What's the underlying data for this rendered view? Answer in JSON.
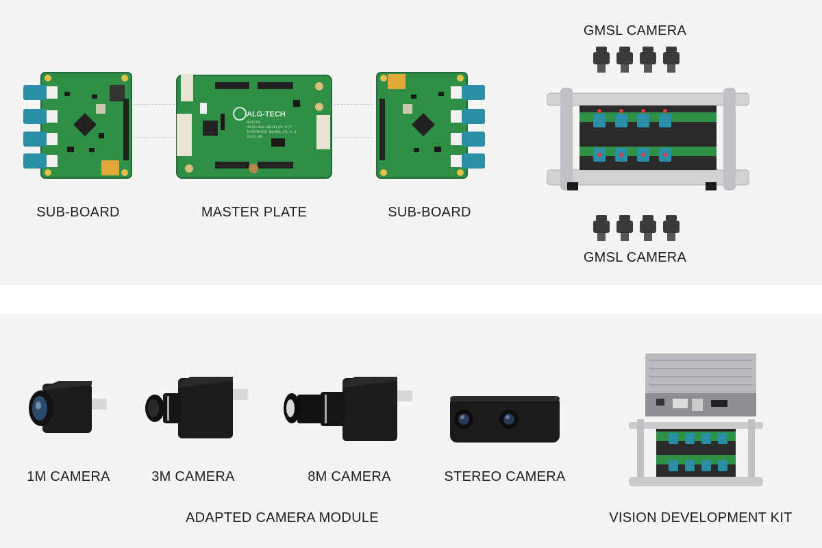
{
  "top_section": {
    "sub_board_left_label": "SUB-BOARD",
    "master_plate_label": "MASTER PLATE",
    "sub_board_right_label": "SUB-BOARD",
    "gmsl_camera_top_label": "GMSL CAMERA",
    "gmsl_camera_bottom_label": "GMSL CAMERA",
    "master_plate_print": {
      "brand": "ALG-TECH",
      "lines": [
        "NVIDIA",
        "ORIN-AGX-DEVELOP-KIT",
        "INTERFACE-BOARD_V2.0.0",
        "2023.05"
      ]
    }
  },
  "bottom_section": {
    "cameras": [
      {
        "label": "1M CAMERA"
      },
      {
        "label": "3M CAMERA"
      },
      {
        "label": "8M CAMERA"
      },
      {
        "label": "STEREO CAMERA"
      }
    ],
    "group_label": "ADAPTED CAMERA MODULE",
    "kit_label": "VISION DEVELOPMENT KIT"
  },
  "colors": {
    "pcb_green": "#2f8f46",
    "pcb_dark": "#1f6b34",
    "fakra_teal": "#2a8fa6",
    "gold": "#e0a93a",
    "aluminum": "#c9cbcd",
    "camera_black": "#1b1b1b",
    "panel_bg": "#f4f4f4"
  }
}
